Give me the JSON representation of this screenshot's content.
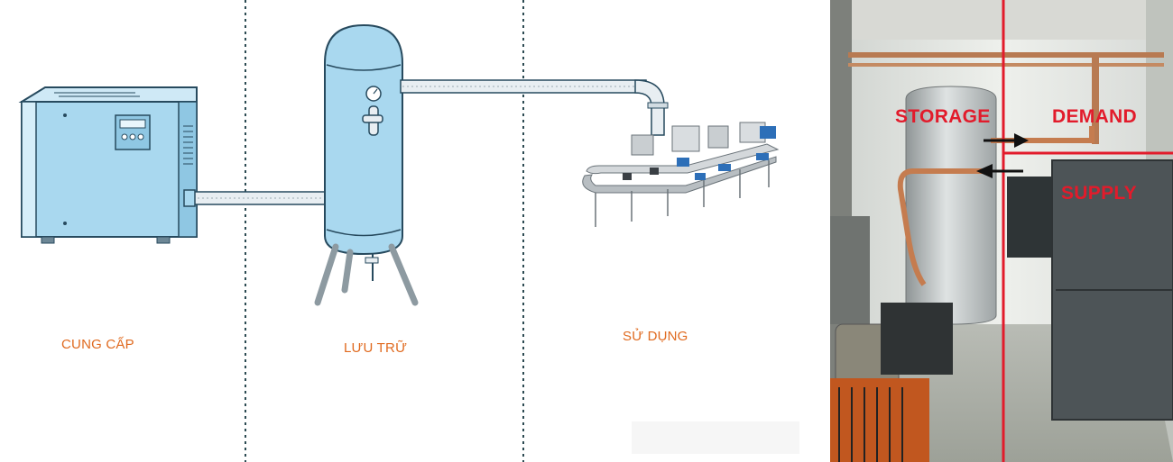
{
  "diagram": {
    "zones": {
      "supply": "CUNG CẤP",
      "storage": "LƯU TRỮ",
      "demand": "SỬ DỤNG"
    },
    "photo_labels": {
      "storage": "STORAGE",
      "demand": "DEMAND",
      "supply": "SUPPLY"
    },
    "colors": {
      "equipment_blue": "#a9d8ef",
      "zone_label": "#e06a1f",
      "photo_marker_red": "#e21b2b",
      "divider": "#2c4a52"
    }
  }
}
